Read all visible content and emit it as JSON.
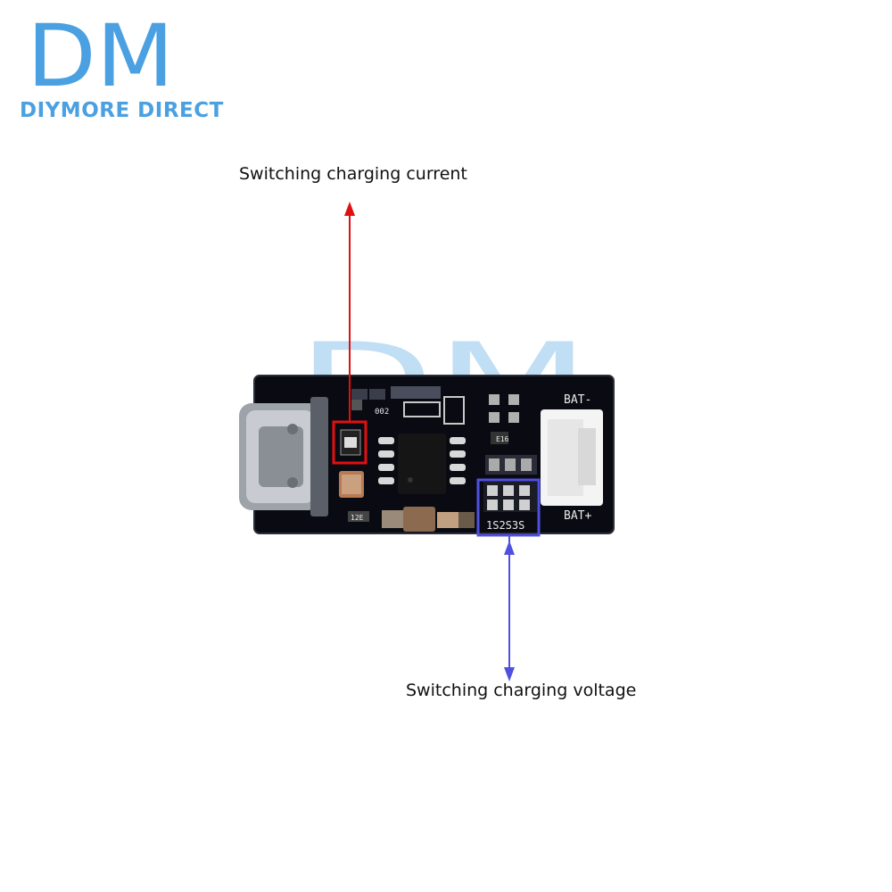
{
  "brand": {
    "logo_text": "DM",
    "name": "DIYMORE DIRECT",
    "color": "#4aa0e0"
  },
  "annotations": {
    "current_label": "Switching charging current",
    "voltage_label": "Switching charging voltage",
    "current_color": "#e01010",
    "voltage_color": "#5050e0"
  },
  "board": {
    "silkscreen": {
      "bat_minus": "BAT-",
      "bat_plus": "BAT+",
      "cell_select": "1S2S3S"
    },
    "colors": {
      "pcb": "#0a0b12",
      "connector": "#f4f4f4",
      "usb": "#b8bcc2"
    }
  }
}
